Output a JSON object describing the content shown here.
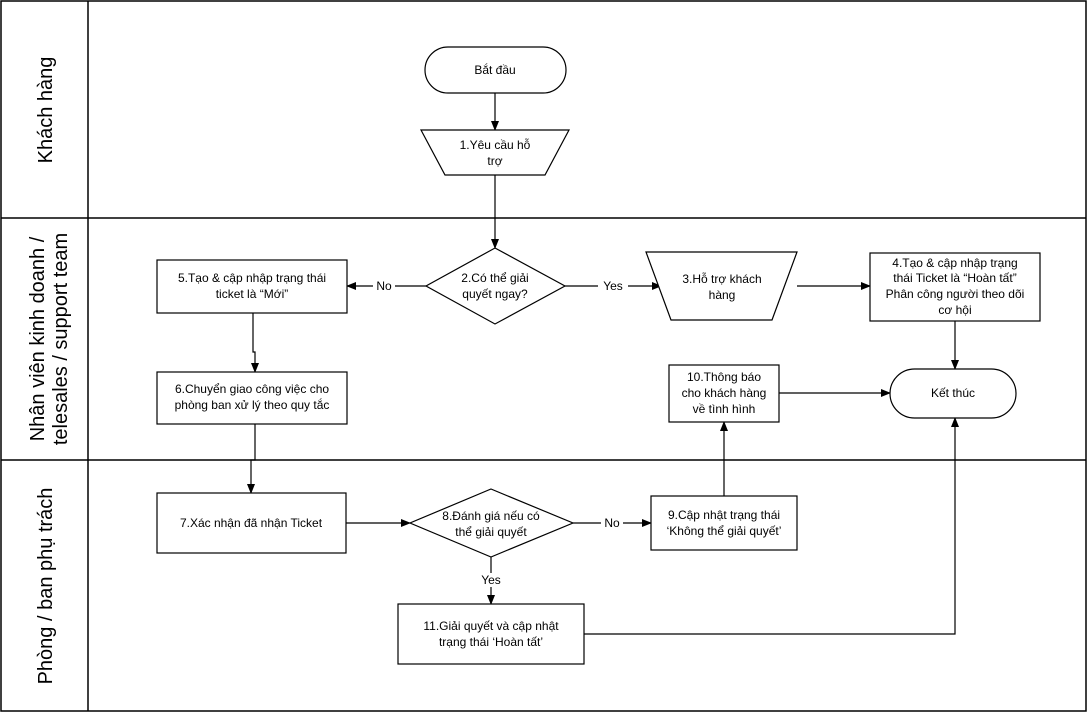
{
  "lanes": [
    "Khách hàng",
    [
      "Nhân viên kinh doanh /",
      "telesales / support team"
    ],
    "Phòng / ban phụ trách"
  ],
  "nodes": {
    "start": "Bắt đầu",
    "n1": [
      "1.Yêu cầu hỗ",
      "trợ"
    ],
    "n2": [
      "2.Có thể giải",
      "quyết ngay?"
    ],
    "n3": [
      "3.Hỗ trợ khách",
      "hàng"
    ],
    "n4": [
      "4.Tạo & cập nhập trạng",
      "thái Ticket là “Hoàn tất”",
      "Phân công người theo dõi",
      "cơ hội"
    ],
    "n5": [
      "5.Tạo & cập nhập trạng thái",
      "ticket là “Mới”"
    ],
    "n6": [
      "6.Chuyển giao công việc cho",
      "phòng ban xử lý theo quy tắc"
    ],
    "n7": "7.Xác nhận đã nhận Ticket",
    "n8": [
      "8.Đánh giá nếu có",
      "thể giải quyết"
    ],
    "n9": [
      "9.Cập nhật trạng thái",
      "‘Không thể giải quyết’"
    ],
    "n10": [
      "10.Thông báo",
      "cho khách hàng",
      "về tình hình"
    ],
    "n11": [
      "11.Giải quyết và cập nhật",
      "trạng thái ‘Hoàn tất’"
    ],
    "end": "Kết thúc"
  },
  "edge_labels": {
    "no_left": "No",
    "yes_right": "Yes",
    "no_eval": "No",
    "yes_eval": "Yes"
  }
}
